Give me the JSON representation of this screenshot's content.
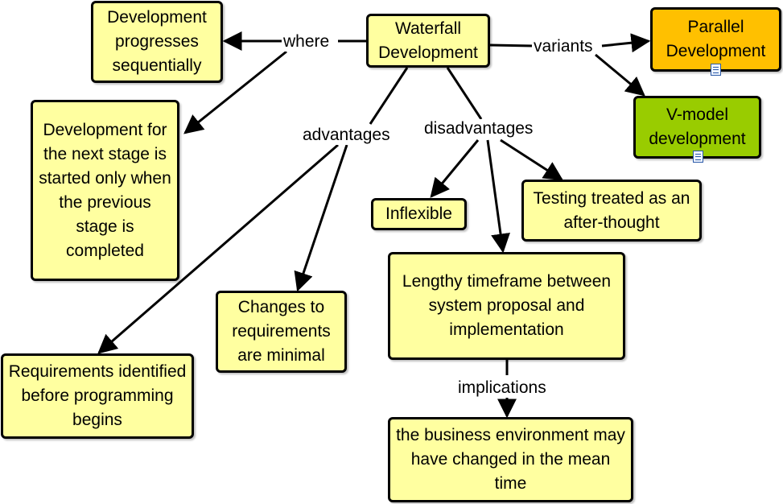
{
  "colors": {
    "default_node": "#ffffa0",
    "parallel_node": "#ffc000",
    "vmodel_node": "#99cc00",
    "edge": "#000000"
  },
  "nodes": {
    "waterfall": "Waterfall Development",
    "sequential": "Development progresses sequentially",
    "next_stage": "Development for the next stage is started only when the previous stage is completed",
    "parallel": "Parallel Development",
    "vmodel": "V-model development",
    "inflexible": "Inflexible",
    "testing": "Testing treated as an after-thought",
    "lengthy": "Lengthy timeframe between system proposal and implementation",
    "changes": "Changes to requirements are minimal",
    "requirements": "Requirements identified before programming begins",
    "business": "the business environment may have changed in the mean  time"
  },
  "labels": {
    "where": "where",
    "variants": "variants",
    "advantages": "advantages",
    "disadvantages": "disadvantages",
    "implications": "implications"
  },
  "icons": {
    "parallel_resource": "document-icon",
    "vmodel_resource": "document-icon"
  }
}
